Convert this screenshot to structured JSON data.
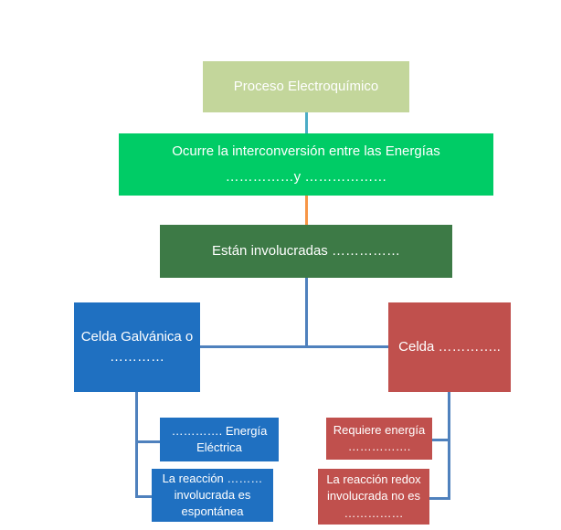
{
  "colors": {
    "light_green": "#c3d69b",
    "bright_green": "#00cc66",
    "dark_green": "#3d7a46",
    "blue": "#1f70c1",
    "red": "#c0504d",
    "connector_blue": "#4f81bd",
    "connector_orange": "#f79646",
    "connector_teal": "#4bacc6"
  },
  "nodes": {
    "proceso": "Proceso Electroquímico",
    "ocurre_line1": "Ocurre la interconversión entre las Energías",
    "ocurre_line2": "……………y ………………",
    "estan": "Están involucradas ……………",
    "galvanica_line1": "Celda Galvánica o",
    "galvanica_line2": "…………",
    "celda": "Celda …………..",
    "energia_line1": "…………. Energía",
    "energia_line2": "Eléctrica",
    "reaccion_esp_line1": "La reacción ………",
    "reaccion_esp_line2": "involucrada es",
    "reaccion_esp_line3": "espontánea",
    "requiere_line1": "Requiere energía",
    "requiere_line2": "…………….",
    "reaccion_no_line1": "La reacción redox",
    "reaccion_no_line2": "involucrada no es",
    "reaccion_no_line3": "……………"
  }
}
